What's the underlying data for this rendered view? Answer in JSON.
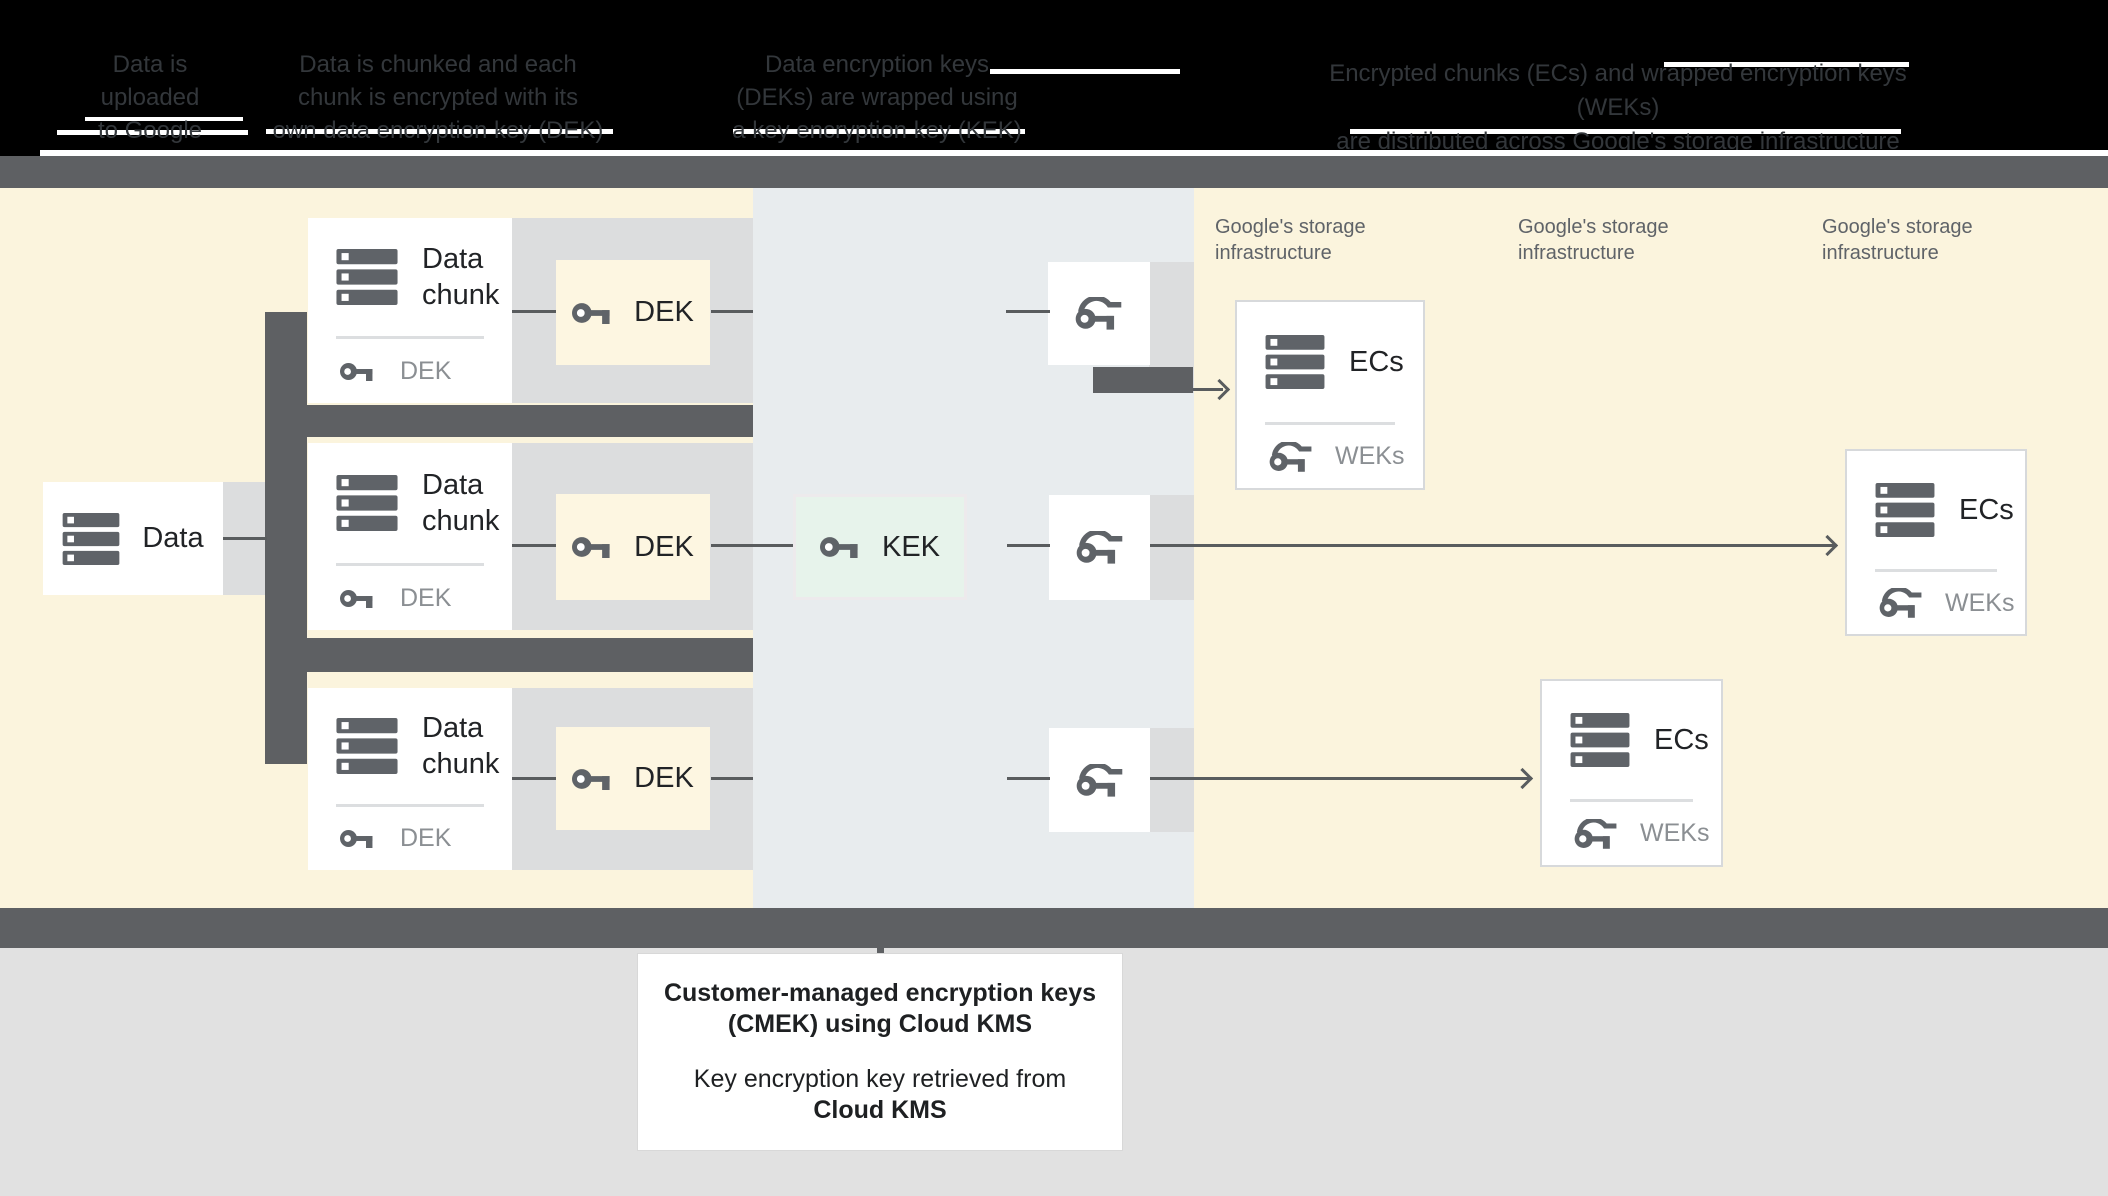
{
  "header": {
    "columns": [
      {
        "lines": [
          "Data is",
          "uploaded",
          "to Google"
        ]
      },
      {
        "lines": [
          "Data is chunked and each",
          "chunk is encrypted with its",
          "own data encryption key (DEK)"
        ]
      },
      {
        "lines": [
          "Data encryption keys",
          "(DEKs) are wrapped using",
          "a key encryption key (KEK)"
        ]
      },
      {
        "lines": [
          "Encrypted chunks (ECs) and wrapped encryption keys (WEKs)",
          "are distributed across Google's storage infrastructure"
        ]
      }
    ]
  },
  "diagram": {
    "data_box": {
      "label": "Data"
    },
    "chunk_boxes": [
      {
        "title_line1": "Data",
        "title_line2": "chunk",
        "key_label": "DEK"
      },
      {
        "title_line1": "Data",
        "title_line2": "chunk",
        "key_label": "DEK"
      },
      {
        "title_line1": "Data",
        "title_line2": "chunk",
        "key_label": "DEK"
      }
    ],
    "dek_boxes": [
      {
        "label": "DEK"
      },
      {
        "label": "DEK"
      },
      {
        "label": "DEK"
      }
    ],
    "kek_box": {
      "label": "KEK"
    },
    "storage_labels": [
      {
        "line1": "Google's storage",
        "line2": "infrastructure"
      },
      {
        "line1": "Google's storage",
        "line2": "infrastructure"
      },
      {
        "line1": "Google's storage",
        "line2": "infrastructure"
      }
    ],
    "ec_boxes": [
      {
        "title": "ECs",
        "key_label": "WEKs"
      },
      {
        "title": "ECs",
        "key_label": "WEKs"
      },
      {
        "title": "ECs",
        "key_label": "WEKs"
      }
    ],
    "icons": {
      "stack": "stack-icon",
      "key": "key-icon",
      "wrapped_key": "wrapped-key-icon"
    }
  },
  "caption": {
    "title_line1": "Customer-managed encryption keys",
    "title_line2": "(CMEK) using Cloud KMS",
    "body_line1": "Key encryption key retrieved from",
    "body_line2": "Cloud KMS"
  },
  "colors": {
    "dark_gray": "#5e6063",
    "cream_background": "#fbf4dd",
    "kms_panel": "#e8ecee",
    "kek_fill": "#e7f3eb",
    "muted_label": "#8b8f93"
  }
}
